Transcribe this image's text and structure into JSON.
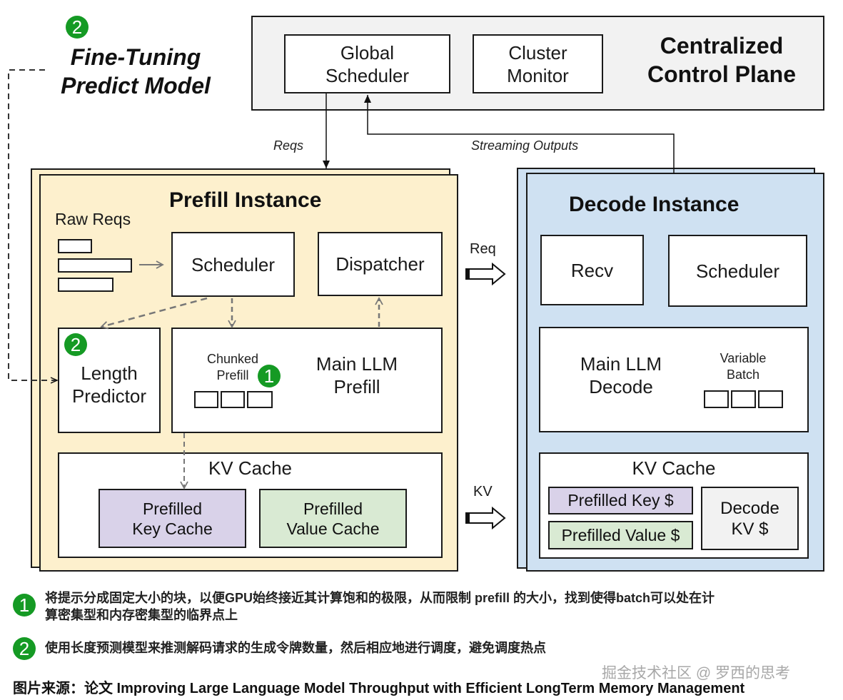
{
  "fine_tuning": {
    "badge": "2",
    "line1": "Fine-Tuning",
    "line2": "Predict Model"
  },
  "control_plane": {
    "title_line1": "Centralized",
    "title_line2": "Control Plane",
    "global_scheduler": {
      "line1": "Global",
      "line2": "Scheduler"
    },
    "cluster_monitor": {
      "line1": "Cluster",
      "line2": "Monitor"
    }
  },
  "arrows": {
    "reqs": "Reqs",
    "streaming_outputs": "Streaming Outputs",
    "req": "Req",
    "kv": "KV"
  },
  "prefill": {
    "title": "Prefill Instance",
    "raw_reqs": "Raw Reqs",
    "scheduler": "Scheduler",
    "dispatcher": "Dispatcher",
    "length_predictor": {
      "badge": "2",
      "line1": "Length",
      "line2": "Predictor"
    },
    "main_llm": {
      "chunked_line1": "Chunked",
      "chunked_line2": "Prefill",
      "badge": "1",
      "line1": "Main LLM",
      "line2": "Prefill"
    },
    "kv_cache": {
      "title": "KV Cache",
      "key": {
        "line1": "Prefilled",
        "line2": "Key Cache"
      },
      "value": {
        "line1": "Prefilled",
        "line2": "Value Cache"
      }
    }
  },
  "decode": {
    "title": "Decode Instance",
    "recv": "Recv",
    "scheduler": "Scheduler",
    "main_llm": {
      "line1": "Main LLM",
      "line2": "Decode",
      "batch_line1": "Variable",
      "batch_line2": "Batch"
    },
    "kv_cache": {
      "title": "KV Cache",
      "key": "Prefilled Key $",
      "value": "Prefilled Value $",
      "decode_kv": {
        "line1": "Decode",
        "line2": "KV $"
      }
    }
  },
  "notes": [
    {
      "badge": "1",
      "line1": "将提示分成固定大小的块，以便GPU始终接近其计算饱和的极限，从而限制 prefill 的大小，找到使得batch可以处在计",
      "line2": "算密集型和内存密集型的临界点上"
    },
    {
      "badge": "2",
      "line1": "使用长度预测模型来推测解码请求的生成令牌数量，然后相应地进行调度，避免调度热点"
    }
  ],
  "watermark": "掘金技术社区 @ 罗西的思考",
  "source": {
    "prefix": "图片来源：论文",
    "text": " Improving Large Language Model Throughput with Efficient LongTerm Memory Management"
  },
  "colors": {
    "prefill_bg": "#fdf0cd",
    "decode_bg": "#cfe1f2",
    "control_bg": "#f2f2f2",
    "key_cache": "#d9d2e9",
    "value_cache": "#d9ead3",
    "badge_green": "#159a24"
  }
}
